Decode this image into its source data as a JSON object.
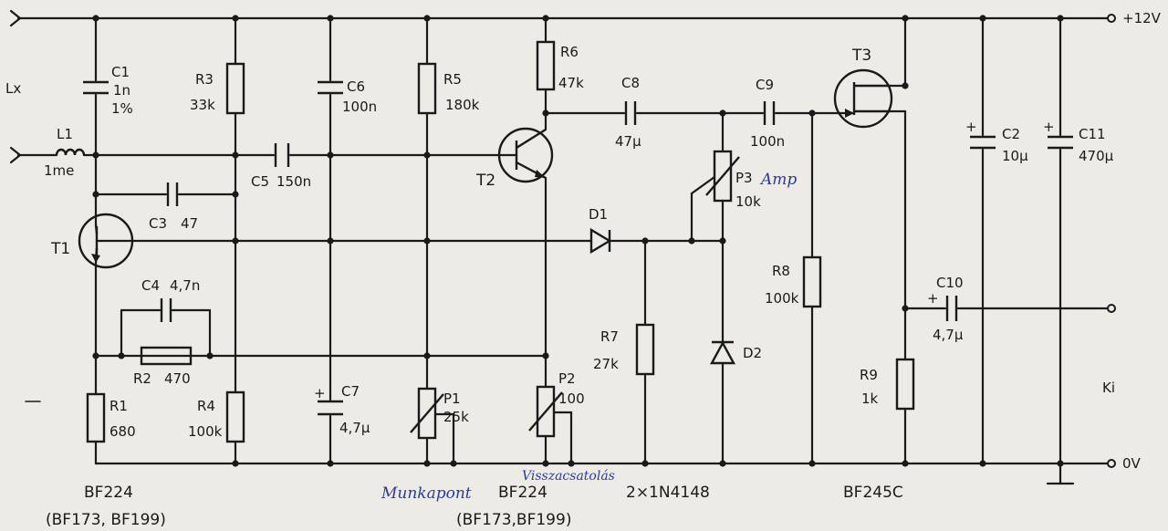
{
  "terminals": {
    "supply": "+12V",
    "ground": "0V",
    "input": "Lx",
    "output": "Ki"
  },
  "components": {
    "C1": {
      "name": "C1",
      "value": "1n",
      "tolerance": "1%"
    },
    "L1": {
      "name": "L1",
      "value": "1me"
    },
    "R3": {
      "name": "R3",
      "value": "33k"
    },
    "C6": {
      "name": "C6",
      "value": "100n"
    },
    "R5": {
      "name": "R5",
      "value": "180k"
    },
    "R6": {
      "name": "R6",
      "value": "47k"
    },
    "C8": {
      "name": "C8",
      "value": "47µ"
    },
    "C9": {
      "name": "C9",
      "value": "100n"
    },
    "T3": {
      "name": "T3"
    },
    "C2": {
      "name": "C2",
      "value": "10µ"
    },
    "C11": {
      "name": "C11",
      "value": "470µ"
    },
    "C5": {
      "name": "C5",
      "value": "150n"
    },
    "T2": {
      "name": "T2"
    },
    "C3": {
      "name": "C3",
      "value": "47"
    },
    "T1": {
      "name": "T1"
    },
    "D1": {
      "name": "D1"
    },
    "P3": {
      "name": "P3",
      "value": "10k",
      "note": "Amp"
    },
    "C4": {
      "name": "C4",
      "value": "4,7n"
    },
    "R2": {
      "name": "R2",
      "value": "470"
    },
    "R8": {
      "name": "R8",
      "value": "100k"
    },
    "C10": {
      "name": "C10",
      "value": "4,7µ"
    },
    "R7": {
      "name": "R7",
      "value": "27k"
    },
    "D2": {
      "name": "D2"
    },
    "R1": {
      "name": "R1",
      "value": "680"
    },
    "R4": {
      "name": "R4",
      "value": "100k"
    },
    "C7": {
      "name": "C7",
      "value": "4,7µ"
    },
    "P1": {
      "name": "P1",
      "value": "25k"
    },
    "P2": {
      "name": "P2",
      "value": "100"
    },
    "R9": {
      "name": "R9",
      "value": "1k"
    }
  },
  "parts_list": {
    "t1_type": "BF224",
    "t1_alt": "(BF173, BF199)",
    "t2_type": "BF224",
    "t2_alt": "(BF173,BF199)",
    "diodes": "2×1N4148",
    "t3_type": "BF245C"
  },
  "handwritten": {
    "p1_note": "Munkapont",
    "p2_note": "Visszacsatolás"
  }
}
